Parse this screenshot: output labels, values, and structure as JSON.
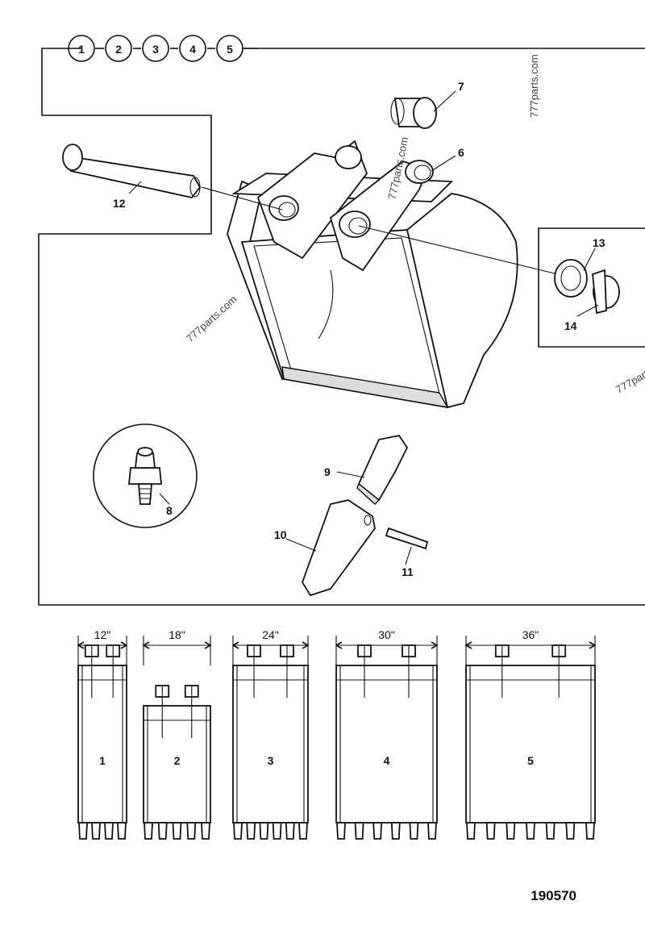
{
  "variants": [
    "1",
    "2",
    "3",
    "4",
    "5"
  ],
  "callouts": {
    "c6": "6",
    "c7": "7",
    "c8": "8",
    "c9": "9",
    "c10": "10",
    "c11": "11",
    "c12": "12",
    "c13": "13",
    "c14": "14"
  },
  "widths": [
    "12\"",
    "18\"",
    "24\"",
    "30\"",
    "36\""
  ],
  "bucket_numbers": [
    "1",
    "2",
    "3",
    "4",
    "5"
  ],
  "watermark": "777parts.com",
  "figure_number": "190570"
}
